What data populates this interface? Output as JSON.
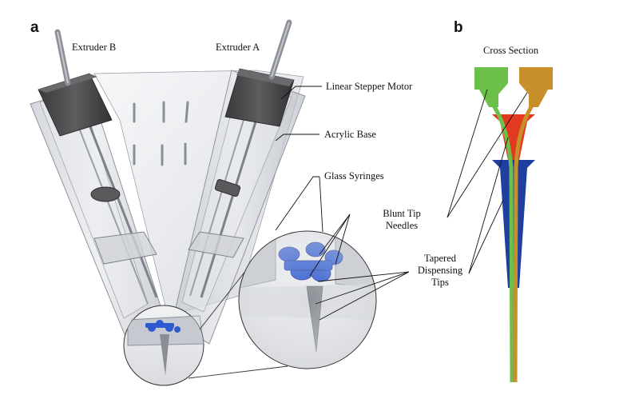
{
  "panels": {
    "a": "a",
    "b": "b"
  },
  "panel_a": {
    "extruder_b": "Extruder B",
    "extruder_a": "Extruder A",
    "motor": "Linear Stepper Motor",
    "base": "Acrylic Base",
    "syringes": "Glass Syringes",
    "needles_line1": "Blunt Tip",
    "needles_line2": "Needles",
    "tips_line1": "Tapered",
    "tips_line2": "Dispensing",
    "tips_line3": "Tips"
  },
  "panel_b": {
    "title": "Cross Section"
  },
  "colors": {
    "green": "#6cc04a",
    "orange": "#c8902a",
    "red": "#e23a1e",
    "blue": "#1f3fa0",
    "acrylic": "#c9ccd3",
    "motor": "#4a4a4c",
    "syringe_blue": "#2f5bd0"
  }
}
